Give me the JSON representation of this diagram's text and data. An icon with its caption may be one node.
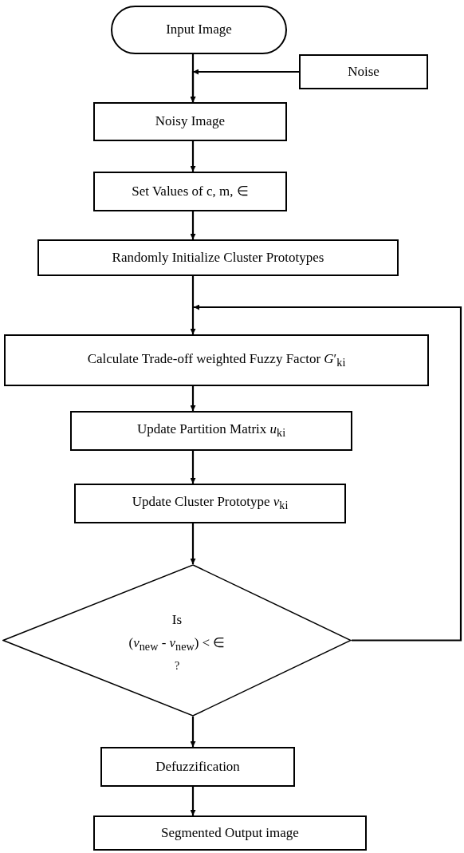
{
  "diagram": {
    "nodes": [
      {
        "text": [
          "Input Image"
        ]
      },
      {
        "text": [
          "Noise"
        ]
      },
      {
        "text": [
          "Noisy Image"
        ]
      },
      {
        "text": [
          "Set Values of c, m, ∈"
        ]
      },
      {
        "text": [
          "Randomly Initialize Cluster Prototypes"
        ]
      },
      {
        "text": [
          "Calculate Trade-off weighted Fuzzy Factor *G*′$_{ki}$"
        ]
      },
      {
        "text": [
          "Update Partition Matrix *u*$_{ki}$"
        ]
      },
      {
        "text": [
          "Update Cluster Prototype *v*$_{ki}$"
        ]
      },
      {
        "text": [
          "Is",
          "(*v*$_{new}$ -  *v*$_{new}$) < ∈",
          "?"
        ]
      },
      {
        "text": [
          "Defuzzification"
        ]
      },
      {
        "text": [
          "Segmented Output image"
        ]
      }
    ],
    "edges": [
      {
        "from": 0,
        "to": 2,
        "arrow": "to"
      },
      {
        "from": 1,
        "to": 2,
        "arrow": "to"
      },
      {
        "from": 2,
        "to": 3,
        "arrow": "to"
      },
      {
        "from": 3,
        "to": 4,
        "arrow": "to"
      },
      {
        "from": 4,
        "to": 5,
        "arrow": "to"
      },
      {
        "from": 5,
        "to": 6,
        "arrow": "to"
      },
      {
        "from": 6,
        "to": 7,
        "arrow": "to"
      },
      {
        "from": 7,
        "to": 8,
        "arrow": "to"
      },
      {
        "from": 8,
        "to": 9,
        "arrow": "to"
      },
      {
        "from": 9,
        "to": 10,
        "arrow": "to"
      },
      {
        "from": 8,
        "to": 5,
        "arrow": "to"
      }
    ]
  }
}
